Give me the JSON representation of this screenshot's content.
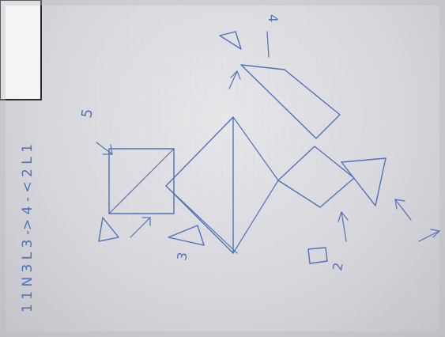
{
  "image": {
    "kind": "photo of hand-drawn tangram sketch on grid paper",
    "annotations": {
      "top_label": "4",
      "top_left_label": "5",
      "left_note": "1 1 N 3 L 3 -> 4 - < 2 L 1",
      "shape_label_small": "3",
      "shape_label_bottom": "2"
    }
  }
}
